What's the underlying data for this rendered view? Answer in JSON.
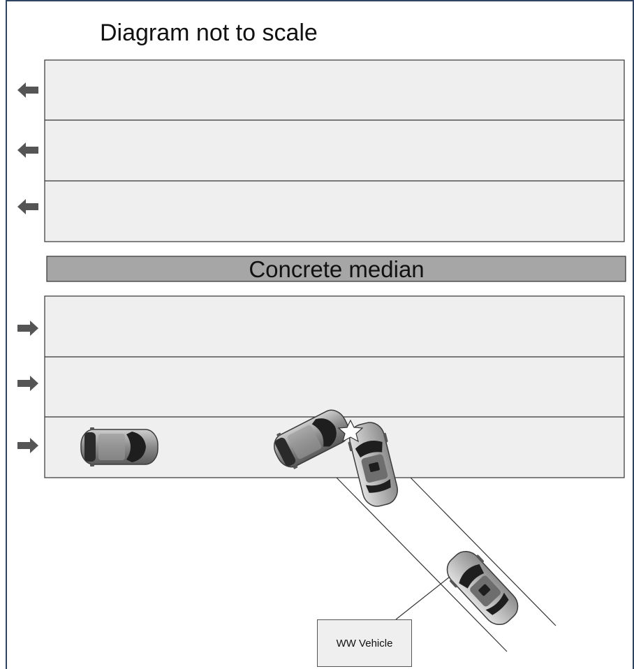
{
  "title": "Diagram not to scale",
  "median_label": "Concrete median",
  "callout_label": "WW Vehicle",
  "lanes": {
    "westbound_count": 3,
    "eastbound_count": 3
  },
  "direction_arrows": {
    "westbound": "left-arrow-icon",
    "eastbound": "right-arrow-icon"
  },
  "colors": {
    "lane_fill": "#efefef",
    "median_fill": "#a6a6a6",
    "frame_border": "#2f4463",
    "arrow": "#555555"
  }
}
